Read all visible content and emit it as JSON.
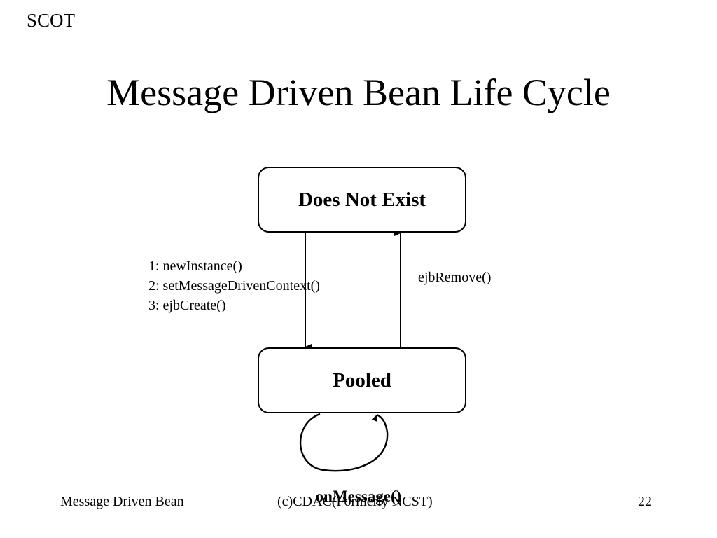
{
  "header": {
    "label": "SCOT"
  },
  "title": "Message Driven Bean Life Cycle",
  "diagram": {
    "states": [
      {
        "id": "does-not-exist",
        "label": "Does Not Exist"
      },
      {
        "id": "pooled",
        "label": "Pooled"
      }
    ],
    "transitions": [
      {
        "id": "create",
        "from": "does-not-exist",
        "to": "pooled",
        "direction": "down",
        "steps": [
          "1: newInstance()",
          "2: setMessageDrivenContext()",
          "3: ejbCreate()"
        ]
      },
      {
        "id": "remove",
        "from": "pooled",
        "to": "does-not-exist",
        "direction": "up",
        "label": "ejbRemove()"
      },
      {
        "id": "on-message",
        "from": "pooled",
        "to": "pooled",
        "direction": "self-loop",
        "label": "onMessage()"
      }
    ]
  },
  "footer": {
    "left": "Message Driven Bean",
    "center": "(c)CDAC(Formerly NCST)",
    "page_number": "22"
  },
  "colors": {
    "stroke": "#000000",
    "text": "#000000",
    "background": "#ffffff"
  }
}
